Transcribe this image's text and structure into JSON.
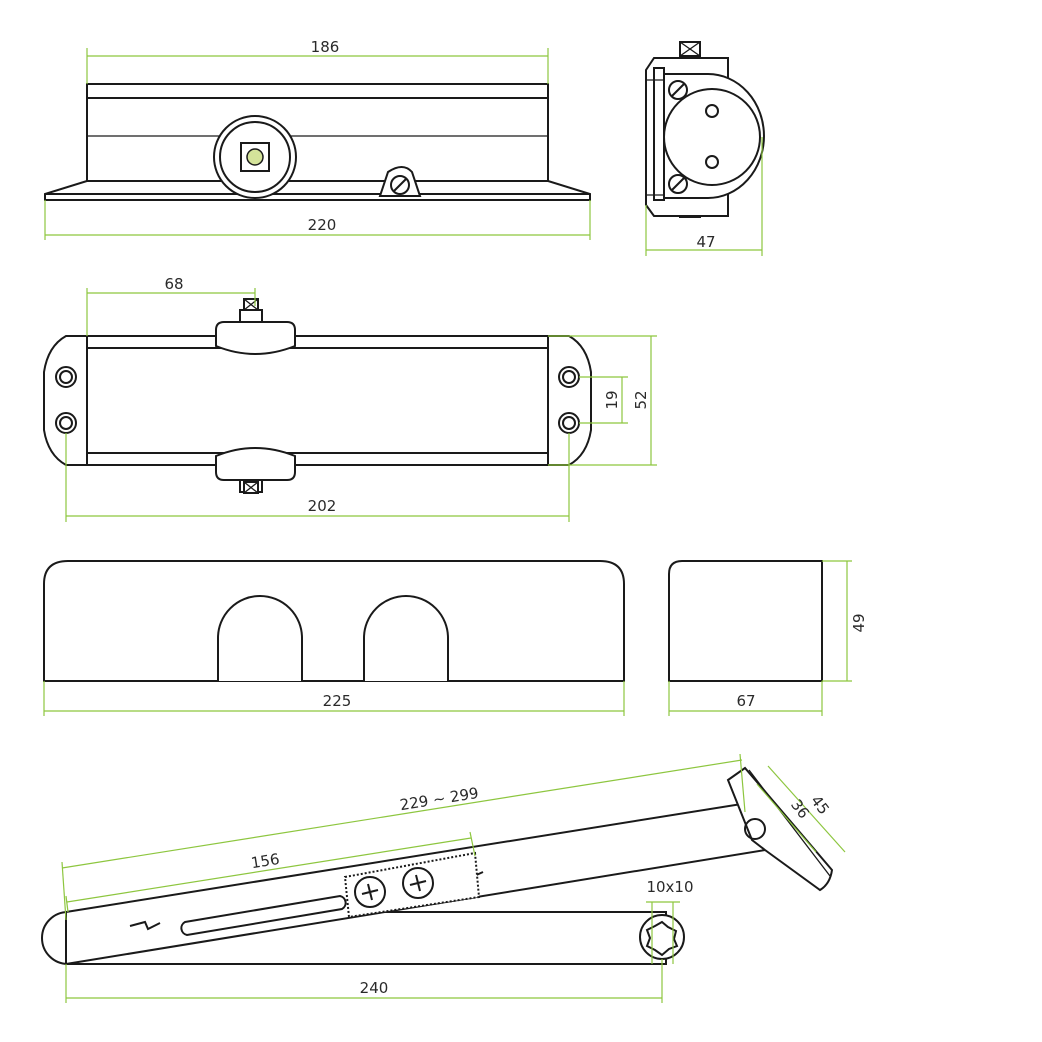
{
  "dimensions": {
    "body_length": "186",
    "base_length": "220",
    "end_width": "47",
    "axle_offset": "68",
    "hole_spacing_vertical": "19",
    "body_height_top": "52",
    "hole_spacing_horizontal": "202",
    "cover_length": "225",
    "cover_end_width": "67",
    "cover_height": "49",
    "arm_range": "229 ~ 299",
    "arm_slot": "156",
    "bracket_a": "36",
    "bracket_b": "45",
    "spindle_size": "10x10",
    "arm_length": "240"
  },
  "colors": {
    "outline": "#1a1a1a",
    "dimension_line": "#8dc63f"
  }
}
